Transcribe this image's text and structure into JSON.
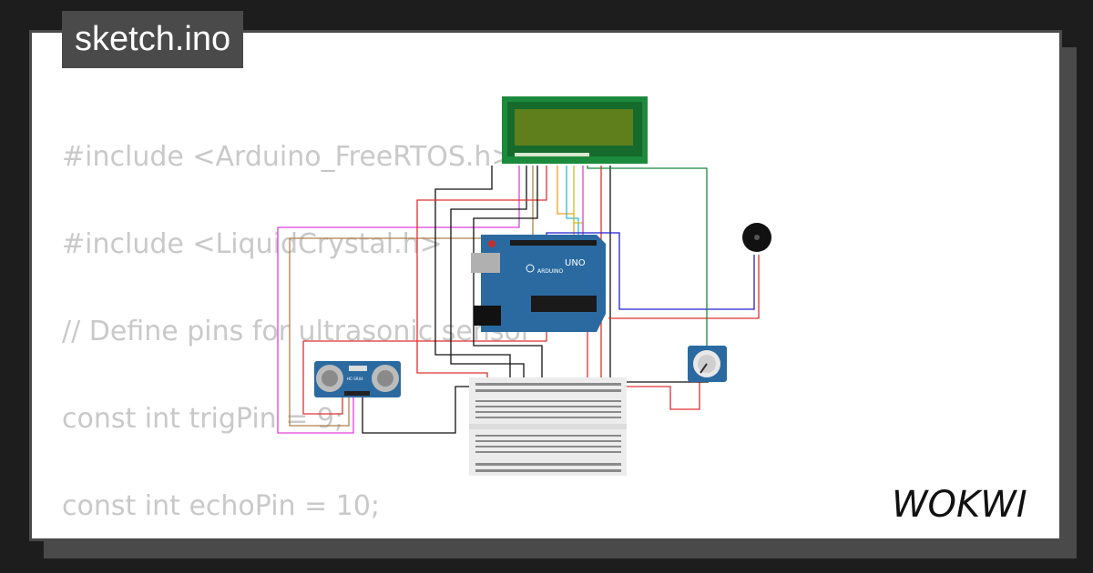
{
  "window": {
    "filename": "sketch.ino"
  },
  "code_lines": [
    "#include <Arduino_FreeRTOS.h>",
    "#include <LiquidCrystal.h>",
    "// Define pins for ultrasonic sensor",
    "const int trigPin = 9;",
    "const int echoPin = 10;"
  ],
  "components": {
    "arduino": {
      "brand": "ARDUINO",
      "model": "UNO"
    },
    "ultrasonic": {
      "model": "HC-SR04"
    },
    "lcd": {
      "color": "#5f7f1c"
    },
    "buzzer": {
      "icon": "buzzer-icon"
    },
    "potentiometer": {
      "icon": "knob-icon"
    },
    "breadboard": {
      "icon": "breadboard-icon"
    }
  },
  "logo": {
    "text": "WOKWI"
  },
  "colors": {
    "card_bg": "#ffffff",
    "frame": "#4a4a4a",
    "code_text": "#c9c9c9",
    "arduino": "#2a6aa0",
    "lcd_board": "#1c8a3c"
  }
}
